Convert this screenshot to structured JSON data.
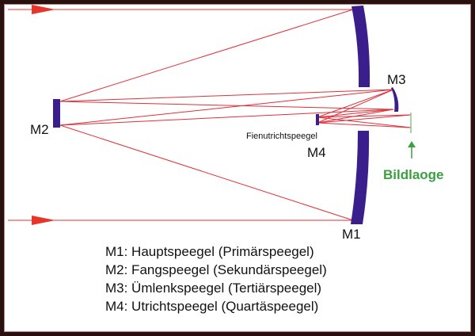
{
  "labels": {
    "m1": "M1",
    "m2": "M2",
    "m3": "M3",
    "m4": "M4",
    "m4_caption": "Fienutrichtspeegel",
    "image_plane": "Bildlaoge"
  },
  "legend": [
    "M1: Hauptspeegel (Primärspeegel)",
    "M2: Fangspeegel (Sekundärspeegel)",
    "M3: Ümlenkspeegel (Tertiärspeegel)",
    "M4: Utrichtspeegel (Quartäspeegel)"
  ],
  "colors": {
    "ray": "#e0303a",
    "mirror": "#3a1f8c",
    "image_plane": "#3aa040",
    "frame": "#2b1010"
  }
}
